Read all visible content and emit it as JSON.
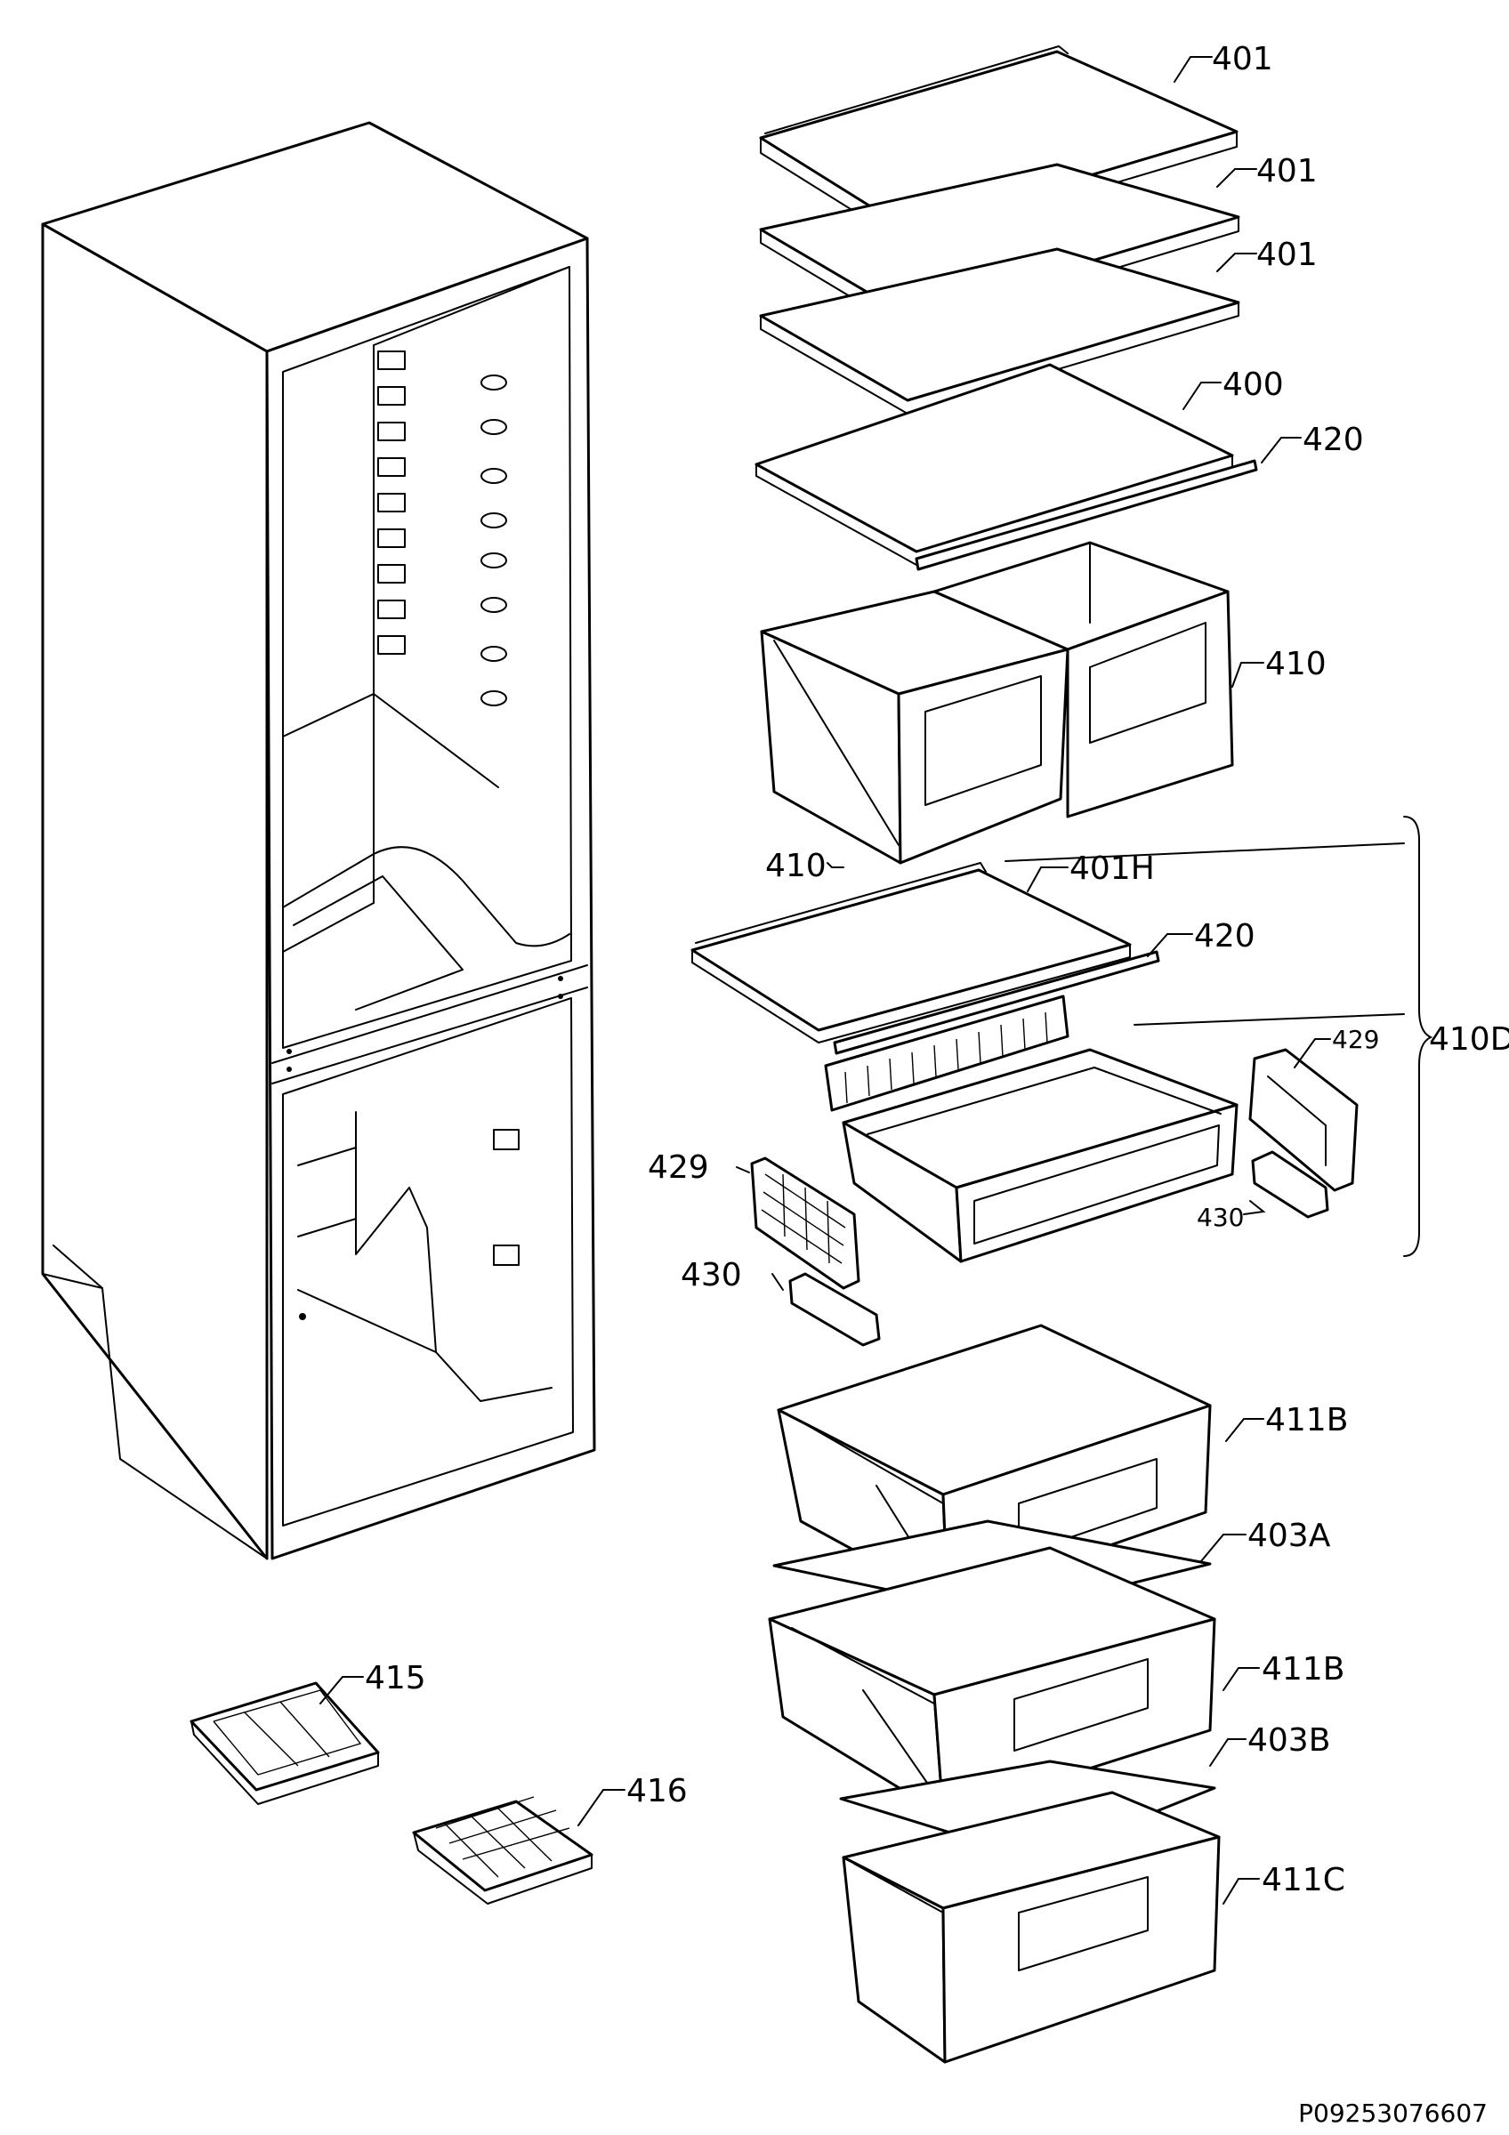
{
  "labels": {
    "shelf_401_a": "401",
    "shelf_401_b": "401",
    "shelf_401_c": "401",
    "shelf_400": "400",
    "strip_420_top": "420",
    "bin_410_right": "410",
    "bin_410_left": "410",
    "shelf_401h": "401H",
    "strip_420_mid": "420",
    "assembly_410d": "410D",
    "side_429_right": "429",
    "rail_430_right": "430",
    "side_429_left": "429",
    "rail_430_left": "430",
    "drawer_411b_top": "411B",
    "plate_403a": "403A",
    "drawer_411b_mid": "411B",
    "plate_403b": "403B",
    "drawer_411c": "411C",
    "ice_box_415": "415",
    "ice_tray_416": "416"
  },
  "document_id": "P09253076607"
}
